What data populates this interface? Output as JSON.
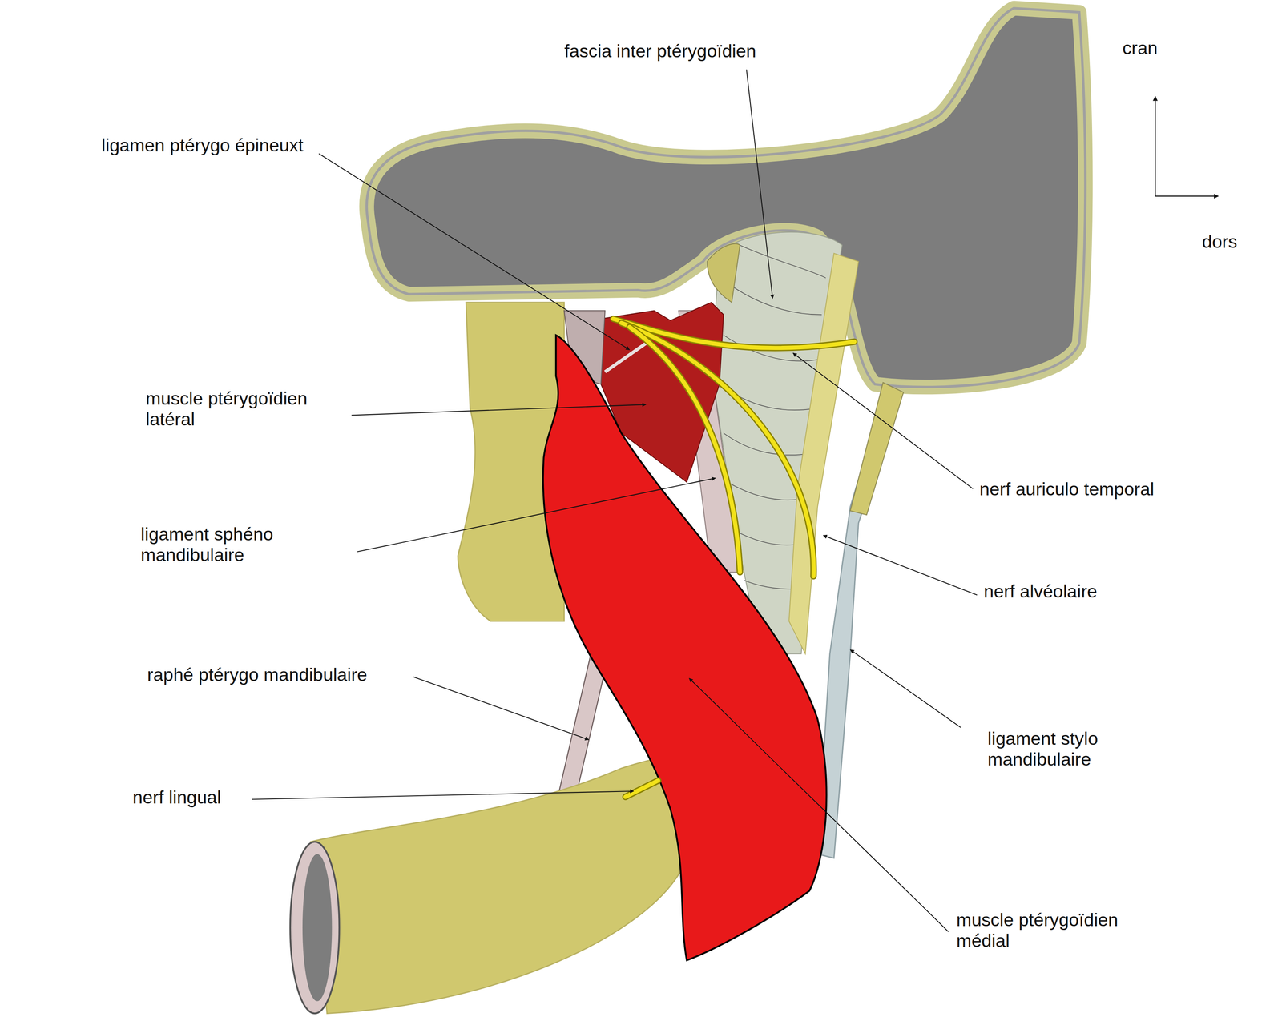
{
  "diagram": {
    "labels": [
      "fascia inter ptérygoïdien",
      "cran",
      "dors",
      "ligamen ptérygo épineuxt",
      "muscle ptérygoïdien latéral",
      "ligament sphéno mandibulaire",
      "raphé ptérygo mandibulaire",
      "nerf lingual",
      "nerf auriculo temporal",
      "nerf alvéolaire",
      "ligament stylo mandibulaire",
      "muscle ptérygoïdien médial"
    ]
  }
}
